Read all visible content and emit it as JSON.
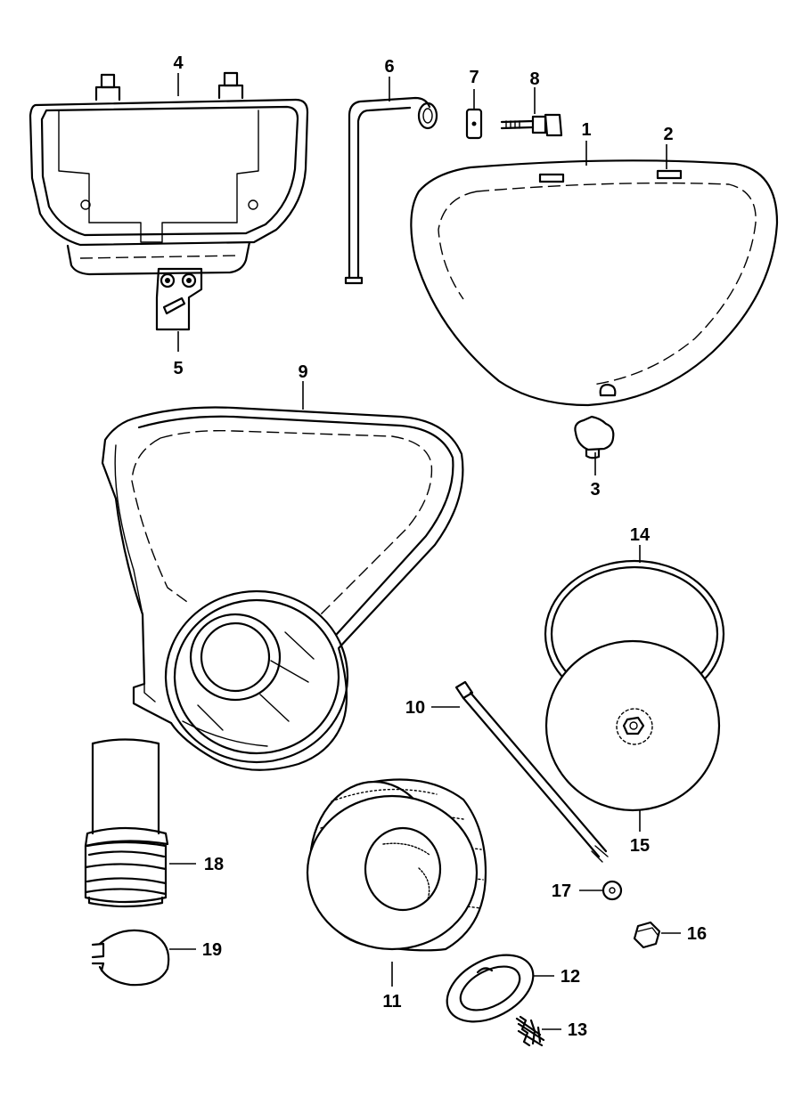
{
  "diagram": {
    "callouts": [
      {
        "id": "1",
        "text": "1"
      },
      {
        "id": "2",
        "text": "2"
      },
      {
        "id": "3",
        "text": "3"
      },
      {
        "id": "4",
        "text": "4"
      },
      {
        "id": "5",
        "text": "5"
      },
      {
        "id": "6",
        "text": "6"
      },
      {
        "id": "7",
        "text": "7"
      },
      {
        "id": "8",
        "text": "8"
      },
      {
        "id": "9",
        "text": "9"
      },
      {
        "id": "10",
        "text": "10"
      },
      {
        "id": "11",
        "text": "11"
      },
      {
        "id": "12",
        "text": "12"
      },
      {
        "id": "13",
        "text": "13"
      },
      {
        "id": "14",
        "text": "14"
      },
      {
        "id": "15",
        "text": "15"
      },
      {
        "id": "16",
        "text": "16"
      },
      {
        "id": "17",
        "text": "17"
      },
      {
        "id": "18",
        "text": "18"
      },
      {
        "id": "19",
        "text": "19"
      }
    ]
  }
}
